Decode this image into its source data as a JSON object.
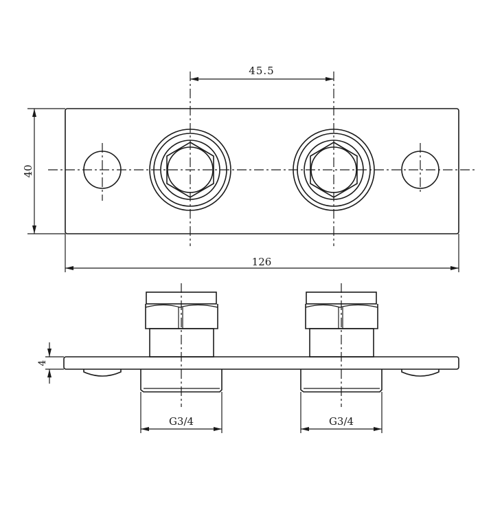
{
  "drawing": {
    "type": "technical-drawing",
    "views": [
      "top-view",
      "side-view"
    ],
    "line_color": "#1a1a1a",
    "background": "#ffffff"
  },
  "dimensions": {
    "center_spacing": "45.5",
    "plate_height": "40",
    "plate_length": "126",
    "plate_thickness": "4",
    "thread_left": "G3/4",
    "thread_right": "G3/4"
  }
}
